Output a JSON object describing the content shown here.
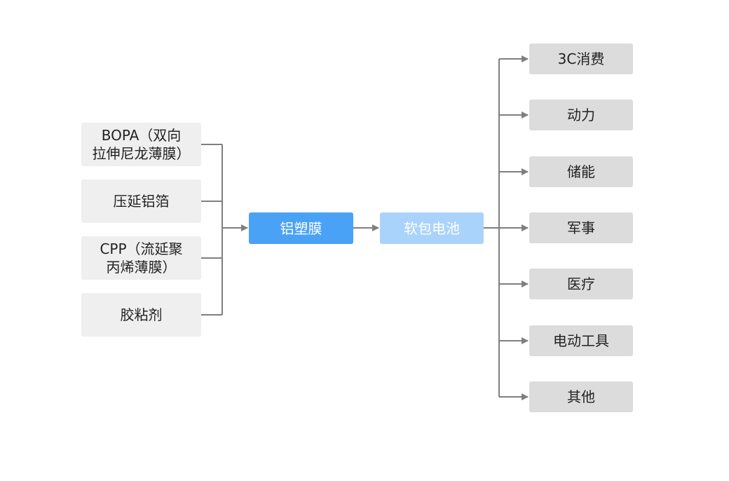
{
  "inputs": [
    {
      "line1": "BOPA（双向",
      "line2": "拉伸尼龙薄膜）"
    },
    {
      "line1": "压延铝箔",
      "line2": ""
    },
    {
      "line1": "CPP（流延聚",
      "line2": "丙烯薄膜）"
    },
    {
      "line1": "胶粘剂",
      "line2": ""
    }
  ],
  "main": {
    "label": "铝塑膜"
  },
  "product": {
    "label": "软包电池"
  },
  "applications": [
    "3C消费",
    "动力",
    "储能",
    "军事",
    "医疗",
    "电动工具",
    "其他"
  ],
  "colors": {
    "main_fill": "#4aa2f7",
    "product_fill": "#a9d3fa",
    "input_fill": "#efefef",
    "app_fill": "#dcdcdc",
    "connector": "#7f7f7f"
  }
}
